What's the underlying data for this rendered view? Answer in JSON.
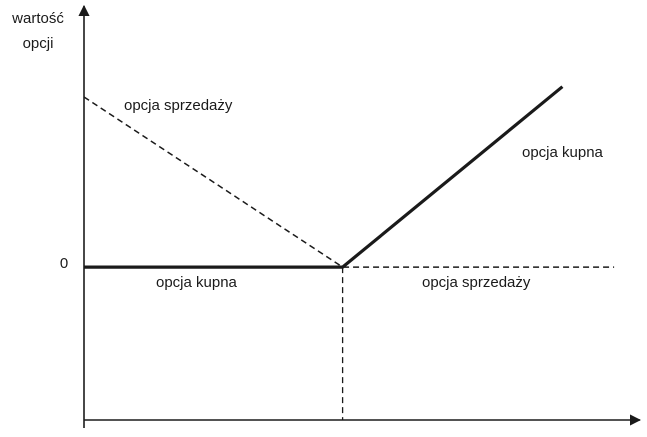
{
  "chart_data": {
    "type": "line",
    "ylabel_lines": [
      "wartość",
      "opcji"
    ],
    "xlabel": "",
    "y_tick_label": "0",
    "series": [
      {
        "name": "opcja kupna",
        "style": "solid",
        "color": "#1a1a1a",
        "points": [
          [
            0,
            0
          ],
          [
            1,
            0
          ],
          [
            1.85,
            1.05
          ]
        ]
      },
      {
        "name": "opcja sprzedaży",
        "style": "dashed",
        "color": "#1a1a1a",
        "points": [
          [
            0,
            0.99
          ],
          [
            1,
            0
          ],
          [
            2.05,
            0
          ]
        ]
      }
    ],
    "strike_guide": {
      "x": 1,
      "from_y": 0,
      "to_y": -0.89,
      "style": "dashed"
    },
    "annotations": [
      {
        "text": "opcja sprzedaży",
        "series": "opcja sprzedaży",
        "position": "above-left-branch"
      },
      {
        "text": "opcja kupna",
        "series": "opcja kupna",
        "position": "below-right-branch"
      },
      {
        "text": "opcja kupna",
        "series": "opcja kupna",
        "position": "below-left-flat"
      },
      {
        "text": "opcja sprzedaży",
        "series": "opcja sprzedaży",
        "position": "below-right-flat"
      }
    ],
    "xlim": [
      0,
      2.15
    ],
    "ylim": [
      -0.89,
      1.52
    ],
    "grid": false,
    "legend": "none"
  }
}
